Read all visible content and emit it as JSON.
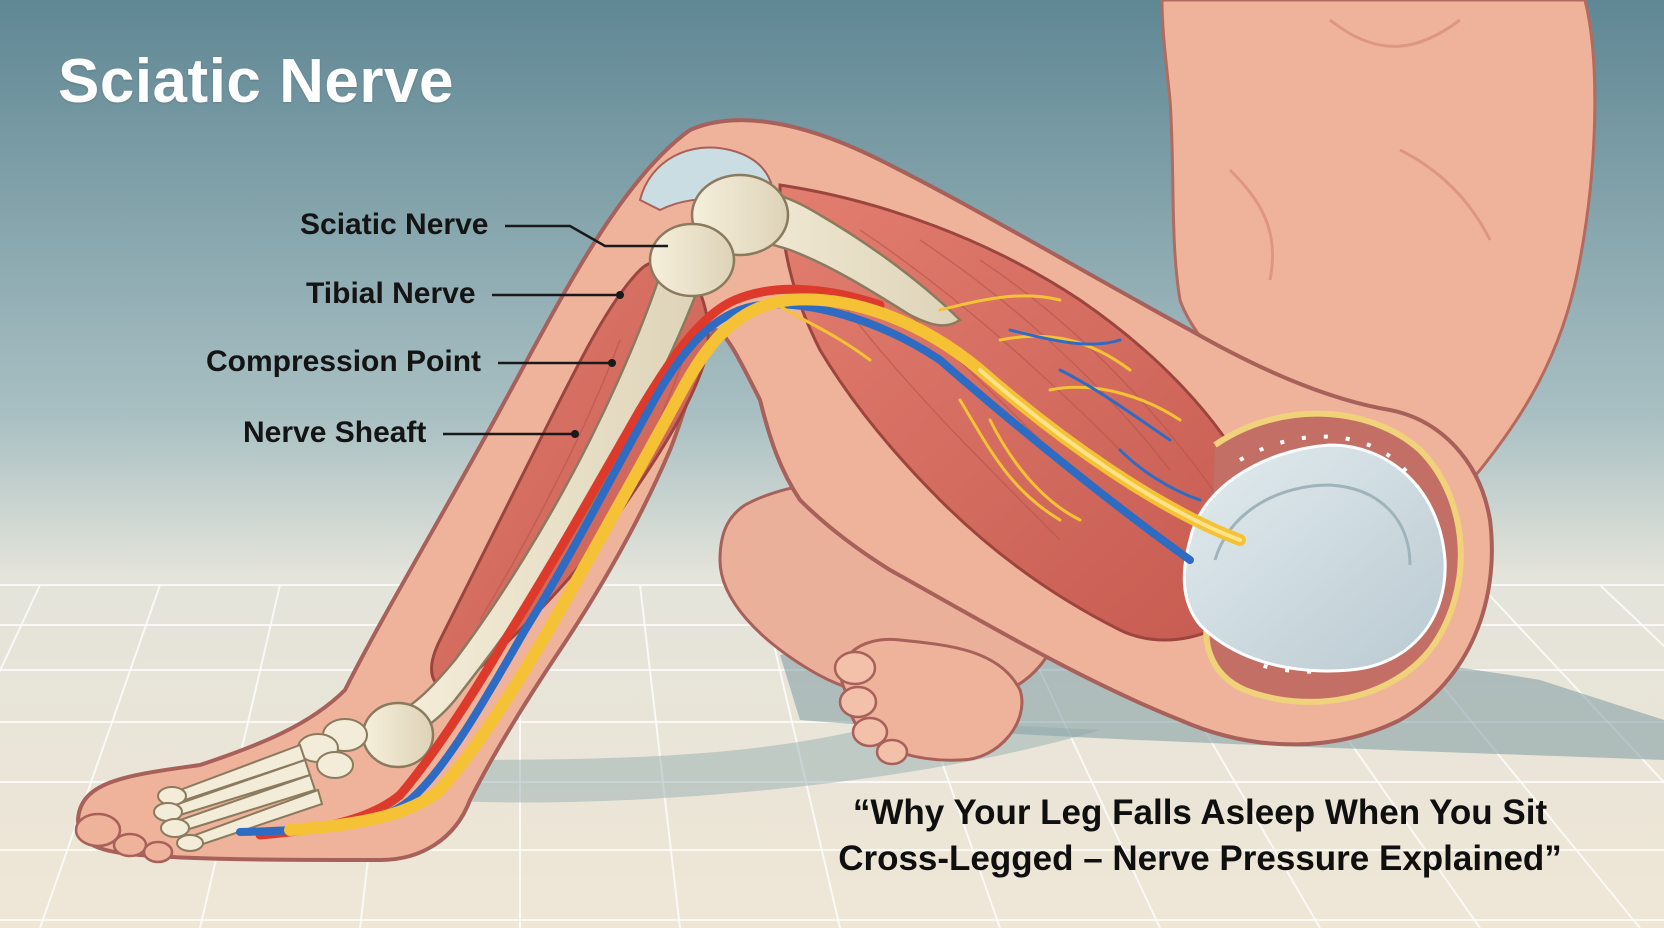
{
  "title": "Sciatic Nerve",
  "labels": [
    {
      "text": "Sciatic Nerve"
    },
    {
      "text": "Tibial Nerve"
    },
    {
      "text": "Compression Point"
    },
    {
      "text": "Nerve Sheaft"
    }
  ],
  "caption": {
    "line1": "“Why Your Leg Falls Asleep When You Sit",
    "line2": "Cross-Legged – Nerve Pressure Explained”"
  },
  "colors": {
    "sky_top": "#5f8794",
    "sky_bottom": "#eee5d6",
    "skin": "#efb39b",
    "skin_outline": "#a8605a",
    "muscle": "#d4685c",
    "bone": "#eee6cf",
    "nerve_yellow": "#f5c235",
    "vein_blue": "#2e6cc4",
    "artery_red": "#dd3a2c"
  }
}
